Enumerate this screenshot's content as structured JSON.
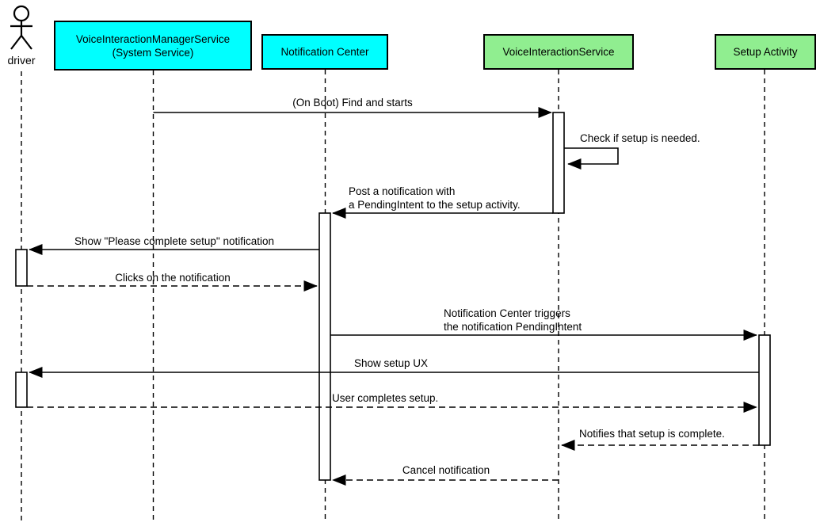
{
  "diagram": {
    "type": "sequence-diagram",
    "colors": {
      "participant_cyan": "#00ffff",
      "participant_green": "#90ee90",
      "line": "#000000",
      "background": "#ffffff"
    },
    "actor": {
      "name": "driver"
    },
    "participants": [
      {
        "id": "voice-interaction-manager-service",
        "label": "VoiceInteractionManagerService\n(System Service)",
        "color": "#00ffff"
      },
      {
        "id": "notification-center",
        "label": "Notification Center",
        "color": "#00ffff"
      },
      {
        "id": "voice-interaction-service",
        "label": "VoiceInteractionService",
        "color": "#90ee90"
      },
      {
        "id": "setup-activity",
        "label": "Setup Activity",
        "color": "#90ee90"
      }
    ],
    "messages": [
      {
        "from": "VoiceInteractionManagerService (System Service)",
        "to": "VoiceInteractionService",
        "style": "solid",
        "text": "(On Boot) Find and starts"
      },
      {
        "from": "VoiceInteractionService",
        "to": "VoiceInteractionService",
        "style": "solid-self",
        "text": "Check if setup is needed."
      },
      {
        "from": "VoiceInteractionService",
        "to": "Notification Center",
        "style": "solid",
        "text": "Post a notification with\na PendingIntent to the setup activity."
      },
      {
        "from": "Notification Center",
        "to": "driver",
        "style": "solid",
        "text": "Show \"Please complete setup\" notification"
      },
      {
        "from": "driver",
        "to": "Notification Center",
        "style": "dashed",
        "text": "Clicks on the notification"
      },
      {
        "from": "Notification Center",
        "to": "Setup Activity",
        "style": "solid",
        "text": "Notification Center triggers\nthe notification PendingIntent"
      },
      {
        "from": "Setup Activity",
        "to": "driver",
        "style": "solid",
        "text": "Show setup UX"
      },
      {
        "from": "driver",
        "to": "Setup Activity",
        "style": "dashed",
        "text": "User completes setup."
      },
      {
        "from": "Setup Activity",
        "to": "VoiceInteractionService",
        "style": "dashed",
        "text": "Notifies that setup is complete."
      },
      {
        "from": "VoiceInteractionService",
        "to": "Notification Center",
        "style": "dashed",
        "text": "Cancel notification"
      }
    ]
  }
}
